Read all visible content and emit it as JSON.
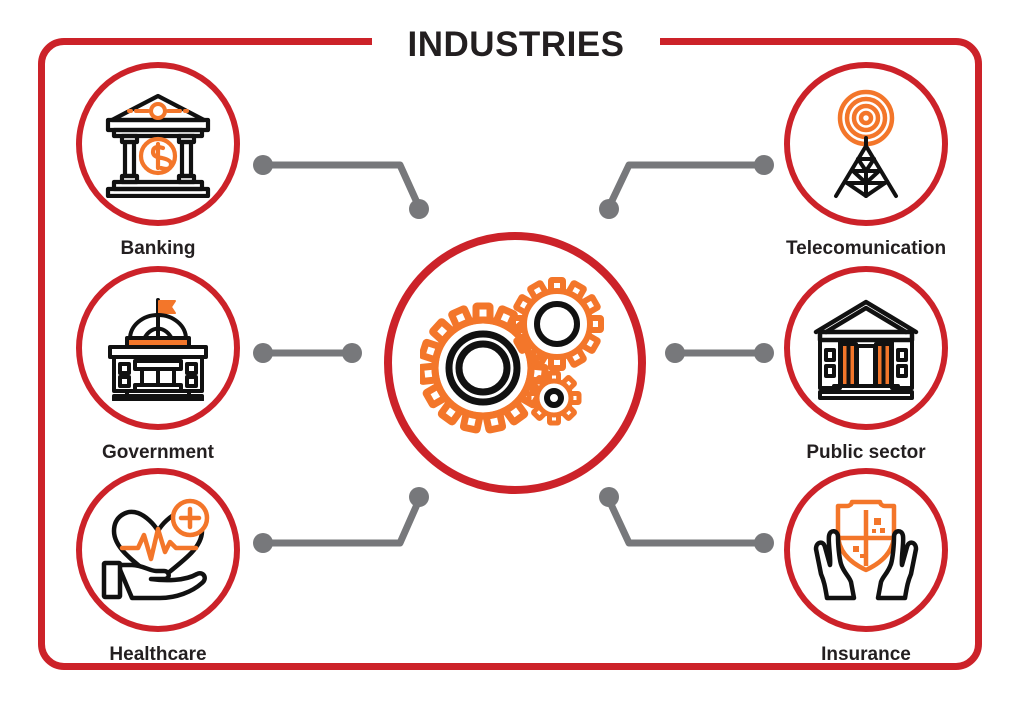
{
  "page": {
    "title": "INDUSTRIES",
    "type": "hub-and-spoke infographic",
    "background_color": "#ffffff"
  },
  "theme": {
    "frame_color": "#cc2229",
    "accent_orange": "#f3762a",
    "icon_dark": "#111111",
    "connector_gray": "#77787b",
    "text_color": "#231f20"
  },
  "center": {
    "name": "gears-hub",
    "icon": "gears-icon",
    "ring_color": "#cc2229"
  },
  "nodes": {
    "left": [
      {
        "id": "banking",
        "label": "Banking",
        "icon": "bank-icon"
      },
      {
        "id": "government",
        "label": "Government",
        "icon": "capitol-icon"
      },
      {
        "id": "healthcare",
        "label": "Healthcare",
        "icon": "hand-heart-pulse-icon"
      }
    ],
    "right": [
      {
        "id": "telecom",
        "label": "Telecomunication",
        "icon": "radio-tower-icon"
      },
      {
        "id": "publicsector",
        "label": "Public sector",
        "icon": "classical-building-icon"
      },
      {
        "id": "insurance",
        "label": "Insurance",
        "icon": "hands-shield-icon"
      }
    ]
  },
  "connectors": [
    {
      "from": "banking",
      "to": "center",
      "style": "elbow-down"
    },
    {
      "from": "government",
      "to": "center",
      "style": "straight"
    },
    {
      "from": "healthcare",
      "to": "center",
      "style": "elbow-up"
    },
    {
      "from": "telecom",
      "to": "center",
      "style": "elbow-down"
    },
    {
      "from": "publicsector",
      "to": "center",
      "style": "straight"
    },
    {
      "from": "insurance",
      "to": "center",
      "style": "elbow-up"
    }
  ]
}
